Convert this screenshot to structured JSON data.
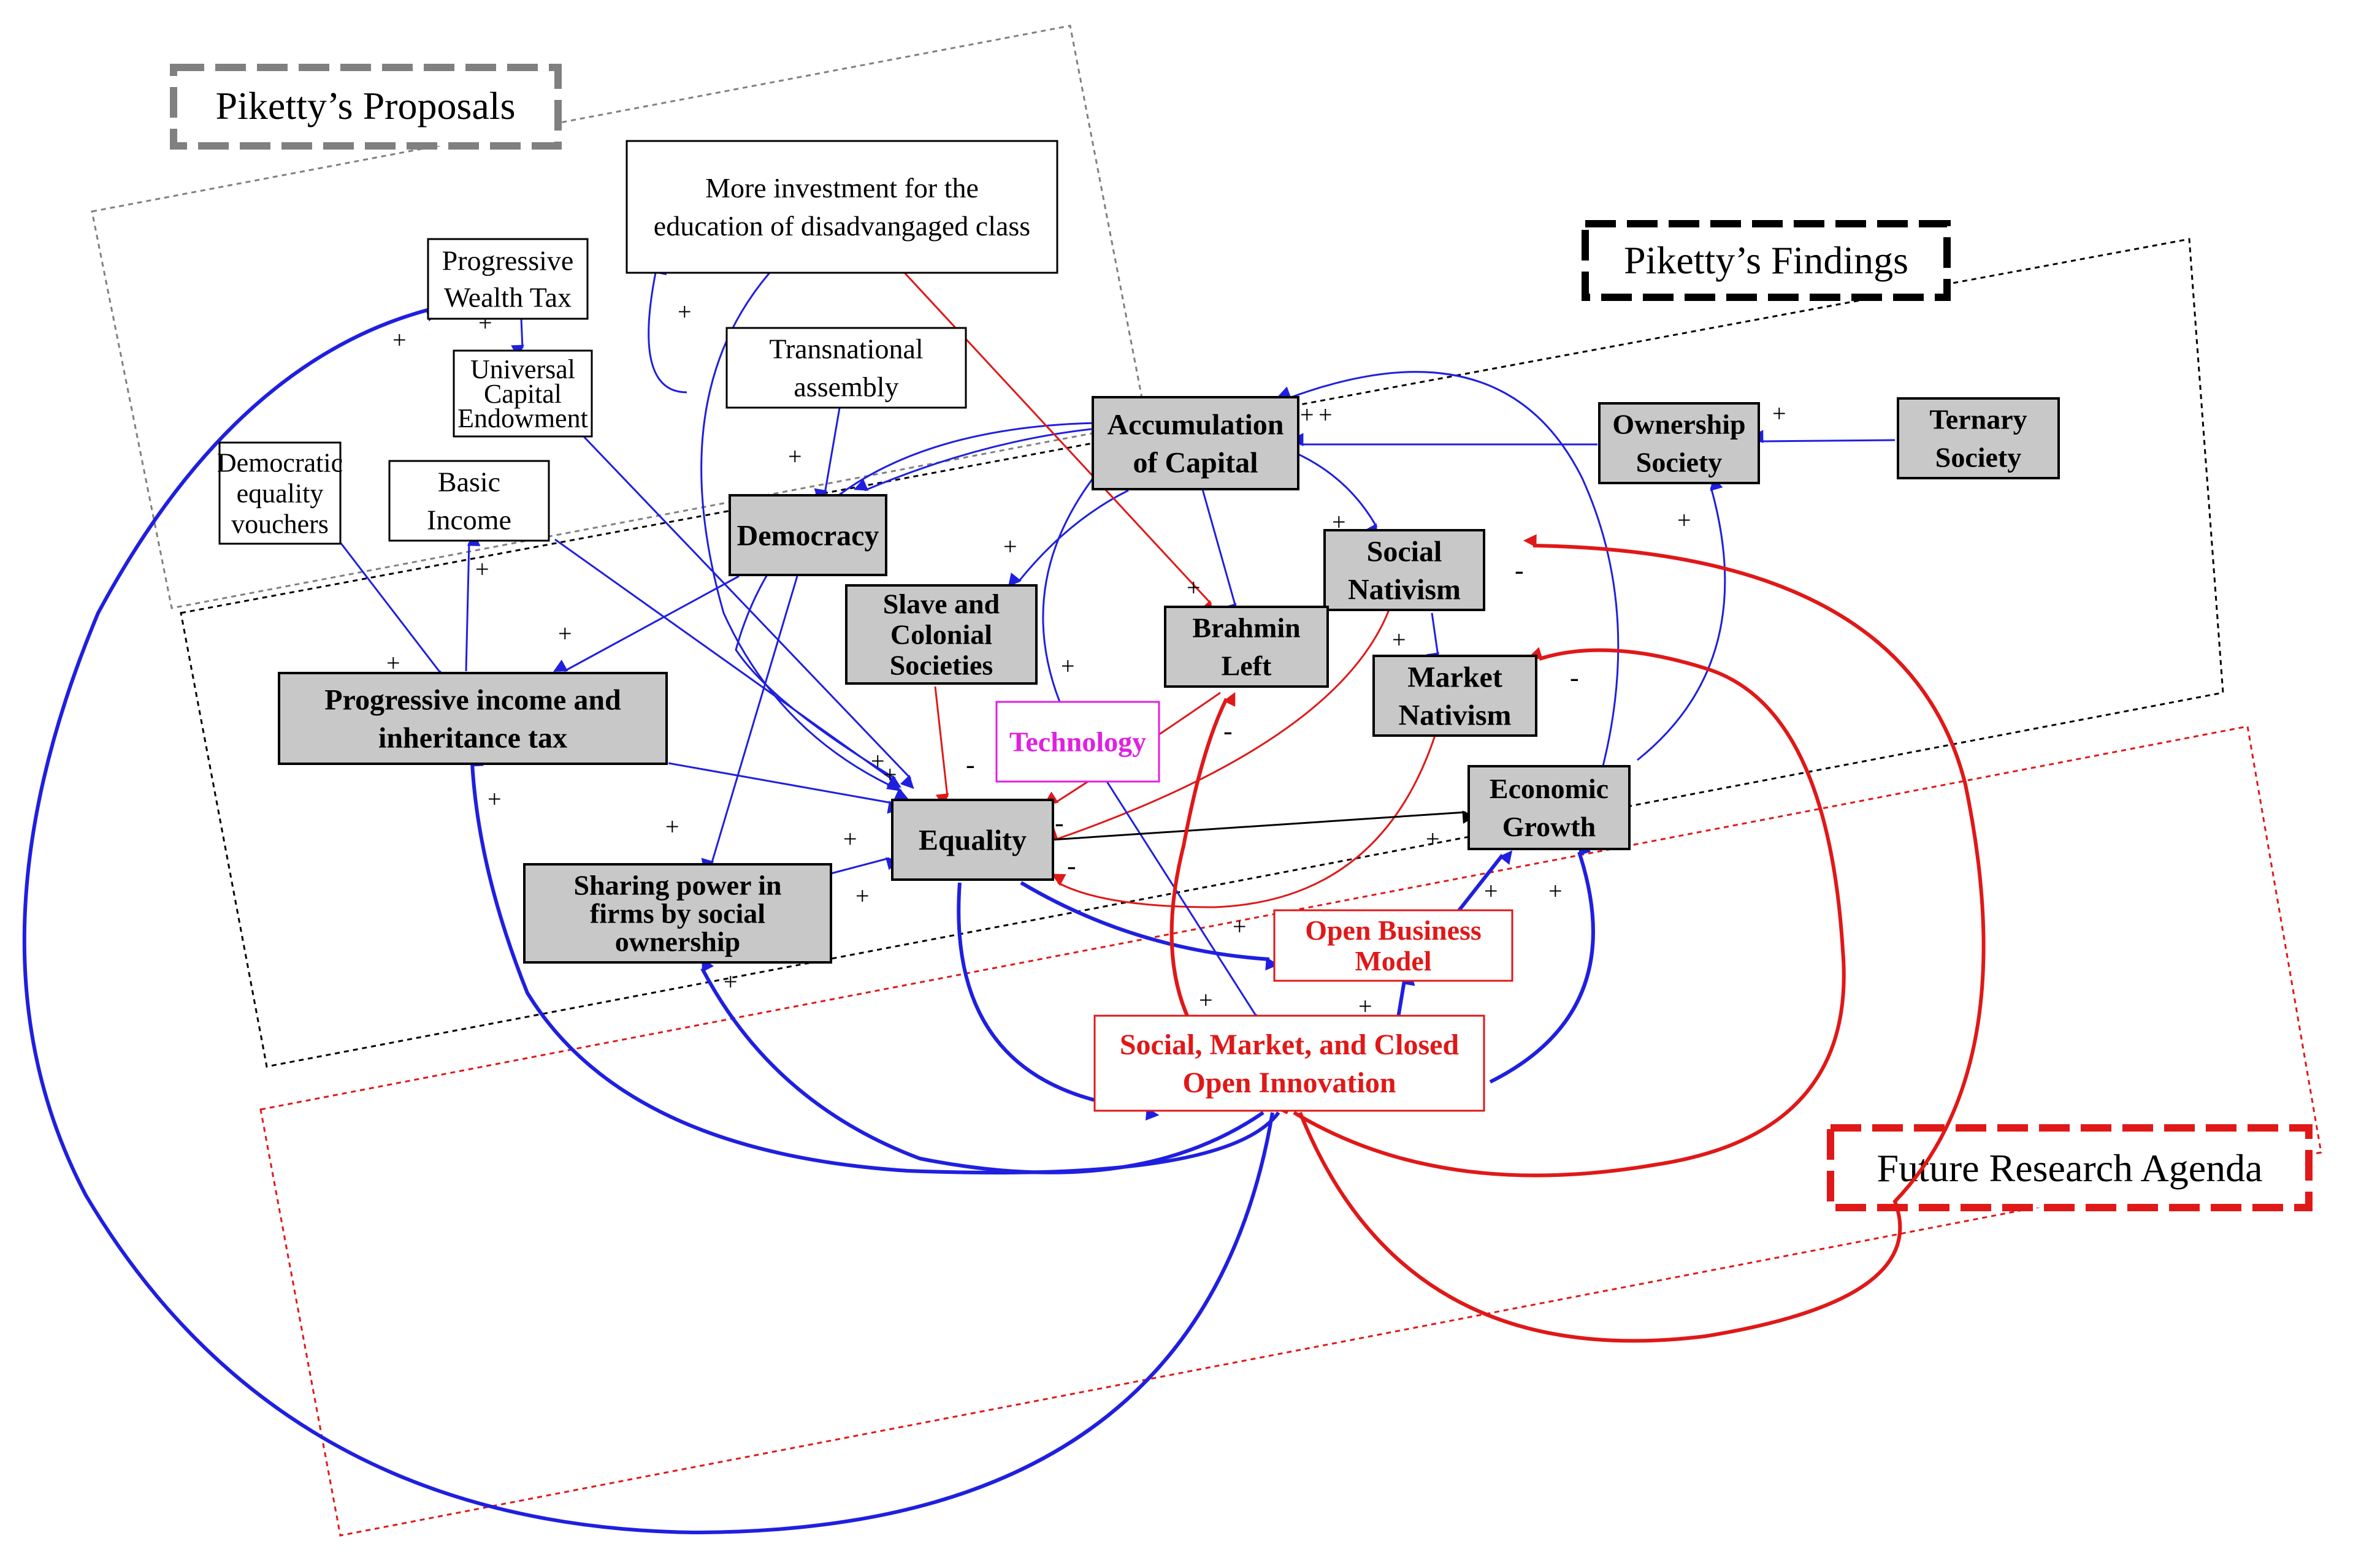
{
  "colors": {
    "positive_link": "#1f1fe0",
    "negative_link": "#e01818",
    "neutral_link": "#000000",
    "future_text": "#e01818",
    "technology_text": "#e020e0",
    "findings_fill": "#c8c8c8",
    "proposal_fill": "#ffffff",
    "proposals_frame": "#808080",
    "findings_frame": "#000000",
    "future_frame": "#e01818"
  },
  "region_labels": {
    "proposals": "Piketty’s Proposals",
    "findings": "Piketty’s Findings",
    "future": "Future Research Agenda"
  },
  "nodes": {
    "more_investment": {
      "group": "proposal",
      "lines": [
        "More investment for the",
        "education of disadvangaged class"
      ]
    },
    "progressive_wealth_tax": {
      "group": "proposal",
      "lines": [
        "Progressive",
        "Wealth Tax"
      ]
    },
    "universal_capital": {
      "group": "proposal",
      "lines": [
        "Universal",
        "Capital",
        "Endowment"
      ]
    },
    "transnational": {
      "group": "proposal",
      "lines": [
        "Transnational",
        "assembly"
      ]
    },
    "democratic_vouchers": {
      "group": "proposal",
      "lines": [
        "Democratic",
        "equality",
        "vouchers"
      ]
    },
    "basic_income": {
      "group": "proposal",
      "lines": [
        "Basic",
        "Income"
      ]
    },
    "democracy": {
      "group": "finding",
      "lines": [
        "Democracy"
      ]
    },
    "accumulation": {
      "group": "finding",
      "lines": [
        "Accumulation",
        "of Capital"
      ]
    },
    "ownership": {
      "group": "finding",
      "lines": [
        "Ownership",
        "Society"
      ]
    },
    "ternary": {
      "group": "finding",
      "lines": [
        "Ternary",
        "Society"
      ]
    },
    "social_nativism": {
      "group": "finding",
      "lines": [
        "Social",
        "Nativism"
      ]
    },
    "slave": {
      "group": "finding",
      "lines": [
        "Slave and",
        "Colonial",
        "Societies"
      ]
    },
    "brahmin": {
      "group": "finding",
      "lines": [
        "Brahmin",
        "Left"
      ]
    },
    "market_nativism": {
      "group": "finding",
      "lines": [
        "Market",
        "Nativism"
      ]
    },
    "progressive_income": {
      "group": "finding",
      "lines": [
        "Progressive income and",
        "inheritance tax"
      ]
    },
    "technology": {
      "group": "technology",
      "lines": [
        "Technology"
      ]
    },
    "equality": {
      "group": "finding",
      "lines": [
        "Equality"
      ]
    },
    "economic_growth": {
      "group": "finding",
      "lines": [
        "Economic",
        "Growth"
      ]
    },
    "sharing_power": {
      "group": "finding",
      "lines": [
        "Sharing power in",
        "firms by social",
        "ownership"
      ]
    },
    "open_business": {
      "group": "future",
      "lines": [
        "Open Business",
        "Model"
      ]
    },
    "open_innovation": {
      "group": "future",
      "lines": [
        "Social, Market, and Closed",
        "Open Innovation"
      ]
    }
  },
  "polarity": {
    "plus": "+",
    "minus": "-"
  }
}
